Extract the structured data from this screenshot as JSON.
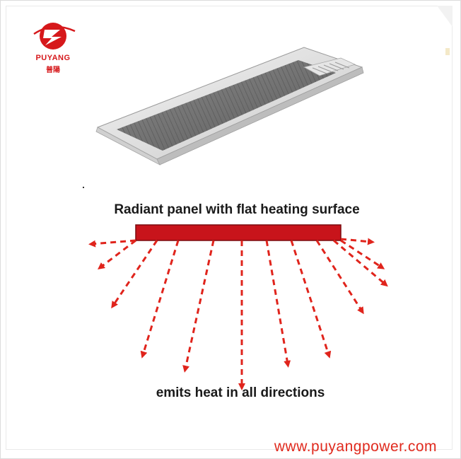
{
  "logo": {
    "name_en": "PUYANG",
    "name_cn": "普陽",
    "icon": "lightning-logo-icon",
    "color": "#d6181b"
  },
  "product_image": {
    "icon": "ceiling-radiant-panel-icon"
  },
  "diagram": {
    "title": "Radiant panel with flat heating surface",
    "caption": "emits heat in all directions",
    "panel_color": "#c8141b",
    "arrow_color": "#e0241c",
    "arrow_count": 12
  },
  "footer": {
    "website": "www.puyangpower.com",
    "color": "#e02a1e"
  }
}
